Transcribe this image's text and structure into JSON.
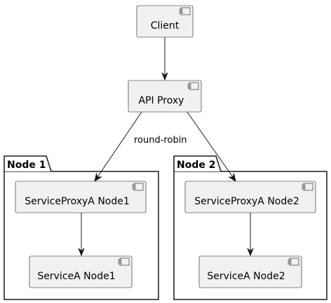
{
  "packages": [
    {
      "id": "node1",
      "label": "Node 1"
    },
    {
      "id": "node2",
      "label": "Node 2"
    }
  ],
  "components": {
    "client": {
      "label": "Client"
    },
    "api_proxy": {
      "label": "API Proxy"
    },
    "sp1": {
      "label": "ServiceProxyA Node1"
    },
    "sa1": {
      "label": "ServiceA Node1"
    },
    "sp2": {
      "label": "ServiceProxyA Node2"
    },
    "sa2": {
      "label": "ServiceA Node2"
    }
  },
  "edges": [
    {
      "from": "client",
      "to": "api_proxy",
      "label": ""
    },
    {
      "from": "api_proxy",
      "to": "sp1",
      "label": "round-robin"
    },
    {
      "from": "api_proxy",
      "to": "sp2",
      "label": ""
    },
    {
      "from": "sp1",
      "to": "sa1",
      "label": ""
    },
    {
      "from": "sp2",
      "to": "sa2",
      "label": ""
    }
  ],
  "style": {
    "component_fill": "#f1f1f1",
    "border_color": "#181818",
    "component_icon": "component-icon"
  }
}
